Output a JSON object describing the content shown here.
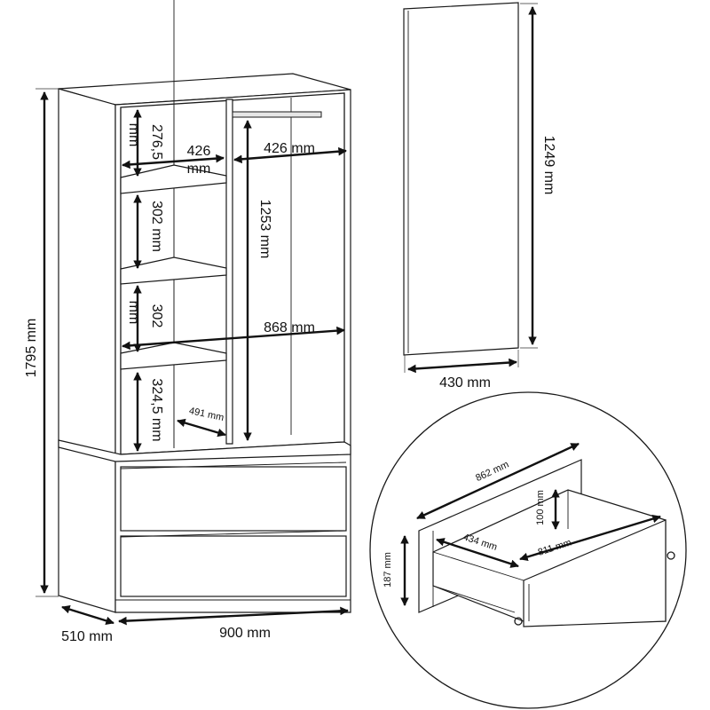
{
  "wardrobe": {
    "height_total": "1795 mm",
    "depth": "510 mm",
    "width": "900 mm",
    "shelf_height_top_a": "276,5",
    "shelf_height_top_b": "mm",
    "shelf_width_left_a": "426",
    "shelf_width_left_b": "mm",
    "hanging_width": "426 mm",
    "hanging_height": "1253 mm",
    "shelf_height_2": "302 mm",
    "shelf_height_3_a": "302",
    "shelf_height_3_b": "mm",
    "inner_width": "868 mm",
    "shelf_height_4": "324,5 mm",
    "shelf_depth": "491 mm"
  },
  "door": {
    "height": "1249 mm",
    "width": "430 mm"
  },
  "drawer": {
    "length": "862 mm",
    "side_height": "100 mm",
    "front_height": "187 mm",
    "inner_depth": "434 mm",
    "inner_width": "811 mm"
  }
}
